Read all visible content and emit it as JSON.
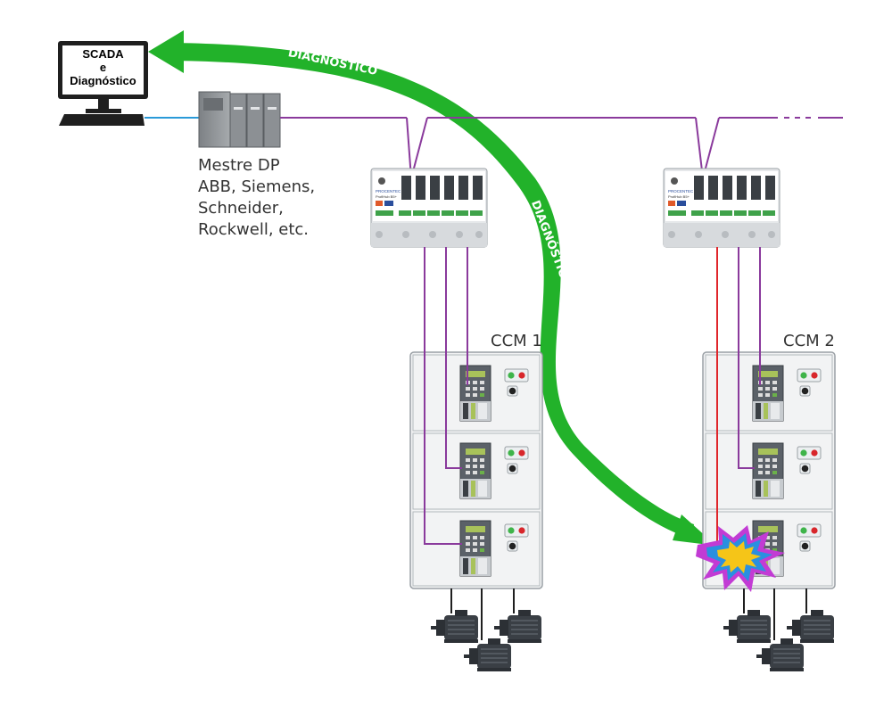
{
  "scada": {
    "line1": "SCADA",
    "line2": "e",
    "line3": "Diagnóstico"
  },
  "master": {
    "lines": [
      "Mestre DP",
      "ABB, Siemens,",
      "Schneider,",
      "Rockwell, etc."
    ]
  },
  "hub_brand": "PROCENTEC",
  "hub_model": "ProfiHub B5+",
  "panels": [
    {
      "label": "CCM 1"
    },
    {
      "label": "CCM 2"
    }
  ],
  "arrow_text": "DIAGNÓSTICO",
  "colors": {
    "arrow": "#22b22a",
    "bus": "#8a3a9c",
    "ethernet": "#2a9ad8",
    "fault_line": "#e0262b",
    "fault_burst_outer": "#c23bd4",
    "fault_burst_inner": "#f5c518"
  }
}
